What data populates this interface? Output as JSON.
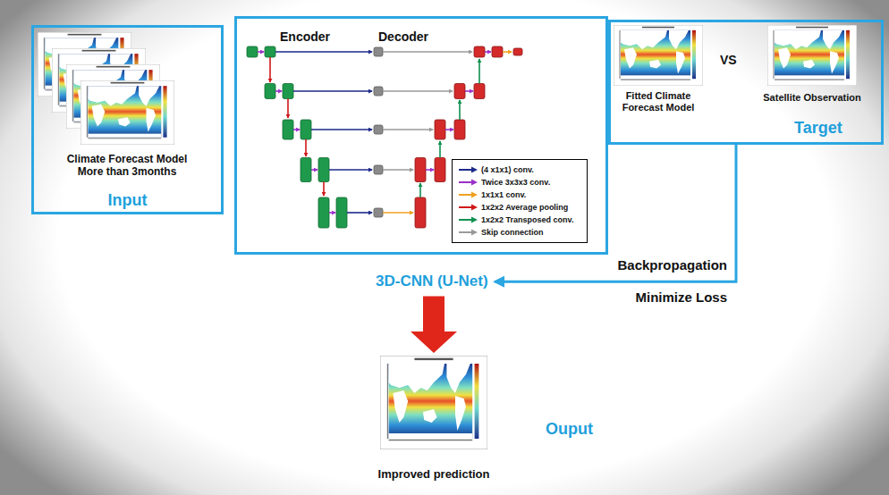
{
  "diagram": {
    "nodes": [
      {
        "text": [
          "Climate Forecast Model More than 3months",
          "Input"
        ]
      },
      {
        "text": [
          "Encoder",
          "Decoder",
          "3D-CNN (U-Net)"
        ]
      },
      {
        "text": [
          "Fitted Climate Forecast Model",
          "VS",
          "Satellite Observation",
          "Target"
        ]
      },
      {
        "text": [
          "Ouput",
          "Improved prediction"
        ]
      }
    ],
    "edges": [
      {
        "from": 2,
        "to": 1,
        "arrow": "to",
        "label": "Backpropagation Minimize Loss"
      },
      {
        "from": 1,
        "to": 3,
        "arrow": "to"
      }
    ],
    "legend": [
      {
        "text": "(4 x1x1) conv."
      },
      {
        "text": "Twice 3x3x3 conv."
      },
      {
        "text": "1x1x1 conv."
      },
      {
        "text": "1x2x2 Average pooling"
      },
      {
        "text": "1x2x2 Transposed conv."
      },
      {
        "text": "Skip connection"
      }
    ]
  }
}
